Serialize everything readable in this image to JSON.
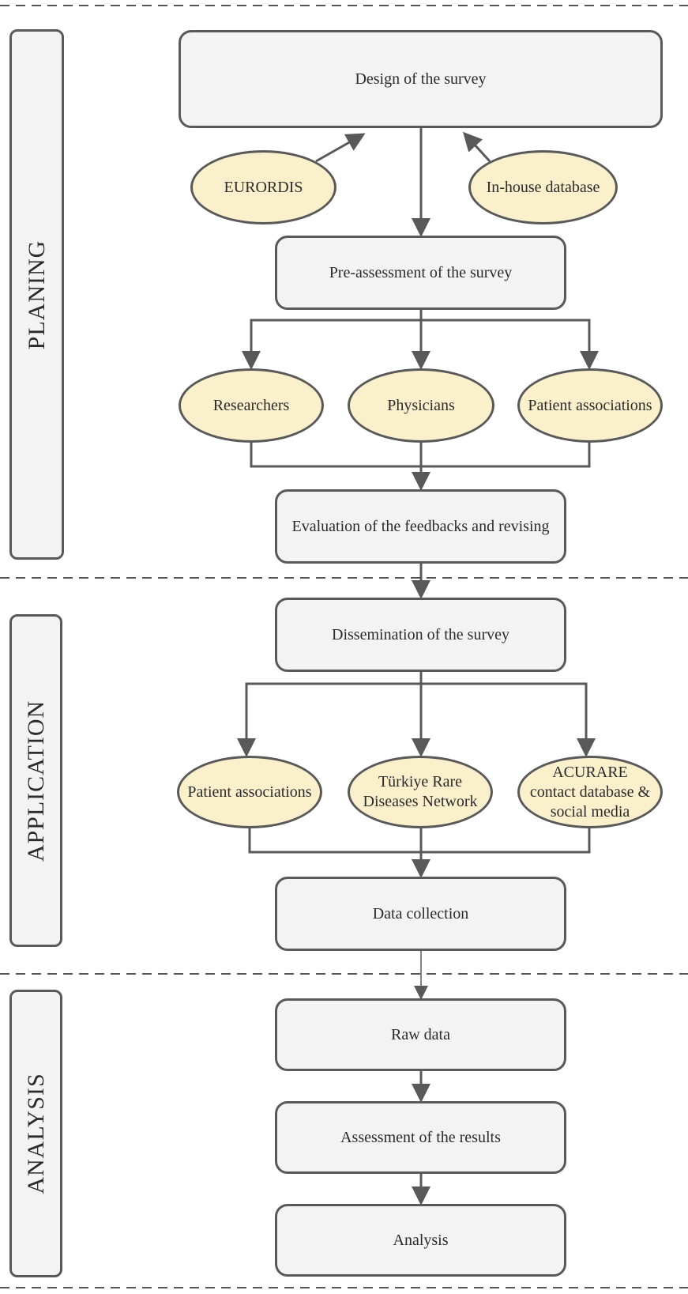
{
  "phases": {
    "planning": "PLANING",
    "application": "APPLICATION",
    "analysis": "ANALYSIS"
  },
  "nodes": {
    "design": "Design of the survey",
    "eurordis": "EURORDIS",
    "inhouse": "In-house database",
    "preassessment": "Pre-assessment of the survey",
    "researchers": "Researchers",
    "physicians": "Physicians",
    "patient_assoc_1": "Patient associations",
    "evaluation": "Evaluation of the feedbacks and revising",
    "dissemination": "Dissemination of the survey",
    "patient_assoc_2": "Patient associations",
    "turkiye": "Türkiye Rare\nDiseases Network",
    "acurare": "ACURARE\ncontact database &\nsocial media",
    "data_collection": "Data collection",
    "raw_data": "Raw data",
    "assessment": "Assessment of the results",
    "analysis": "Analysis"
  },
  "colors": {
    "box_fill": "#f3f3f3",
    "oval_fill": "#fbf0cc",
    "stroke": "#595959"
  }
}
